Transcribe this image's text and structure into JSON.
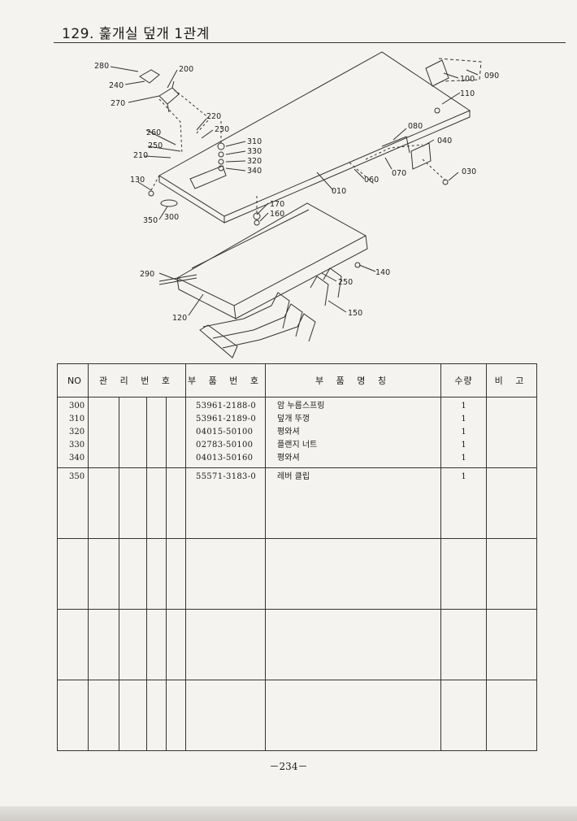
{
  "page": {
    "title": "129. 훑개실 덮개 1관계",
    "page_number": "－234－"
  },
  "diagram": {
    "labels": [
      "280",
      "240",
      "270",
      "200",
      "220",
      "230",
      "260",
      "250",
      "210",
      "310",
      "330",
      "320",
      "340",
      "130",
      "350",
      "300",
      "170",
      "160",
      "010",
      "060",
      "070",
      "080",
      "040",
      "030",
      "090",
      "100",
      "110",
      "140",
      "290",
      "120",
      "250",
      "150"
    ]
  },
  "table": {
    "headers": {
      "no": "NO",
      "mgmt": "관 리 번 호",
      "part_no": "부 품 번 호",
      "part_name": "부 품 명 칭",
      "qty": "수량",
      "remarks": "비 고"
    },
    "groups": [
      {
        "no": [
          "300",
          "310",
          "320",
          "330",
          "340"
        ],
        "part_no": [
          "53961-2188-0",
          "53961-2189-0",
          "04015-50100",
          "02783-50100",
          "04013-50160"
        ],
        "part_name": [
          "암 누름스프링",
          "덮개 뚜껑",
          "평와셔",
          "플랜지 너트",
          "평와셔"
        ],
        "qty": [
          "1",
          "1",
          "1",
          "1",
          "1"
        ]
      },
      {
        "no": [
          "350"
        ],
        "part_no": [
          "55571-3183-0"
        ],
        "part_name": [
          "레버 클립"
        ],
        "qty": [
          "1"
        ]
      }
    ]
  }
}
